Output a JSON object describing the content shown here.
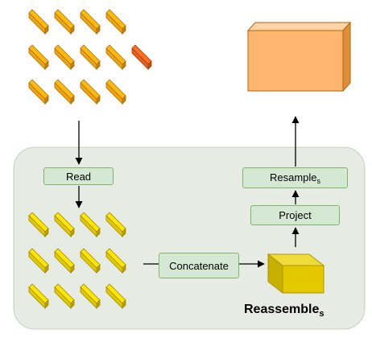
{
  "diagram": {
    "group": {
      "label": "Reassemble",
      "label_subscript": "s",
      "fill": "#e6ebe3",
      "stroke": "#c9cfc6"
    },
    "nodes": {
      "read": {
        "label": "Read"
      },
      "concatenate": {
        "label": "Concatenate"
      },
      "project": {
        "label": "Project"
      },
      "resample": {
        "label": "Resample",
        "subscript": "s"
      }
    },
    "colors": {
      "node_fill": "#d5e8d4",
      "node_stroke": "#82b366",
      "token_orange": "#f0a30a",
      "token_highlight": "#e8601c",
      "token_yellow": "#e3c800",
      "output_box": "#ffb570",
      "arrow": "#000000"
    },
    "input_tokens": {
      "rows": [
        4,
        5,
        4
      ],
      "highlighted": "row 2, last token"
    },
    "read_tokens": {
      "rows": [
        4,
        4,
        4
      ]
    }
  }
}
